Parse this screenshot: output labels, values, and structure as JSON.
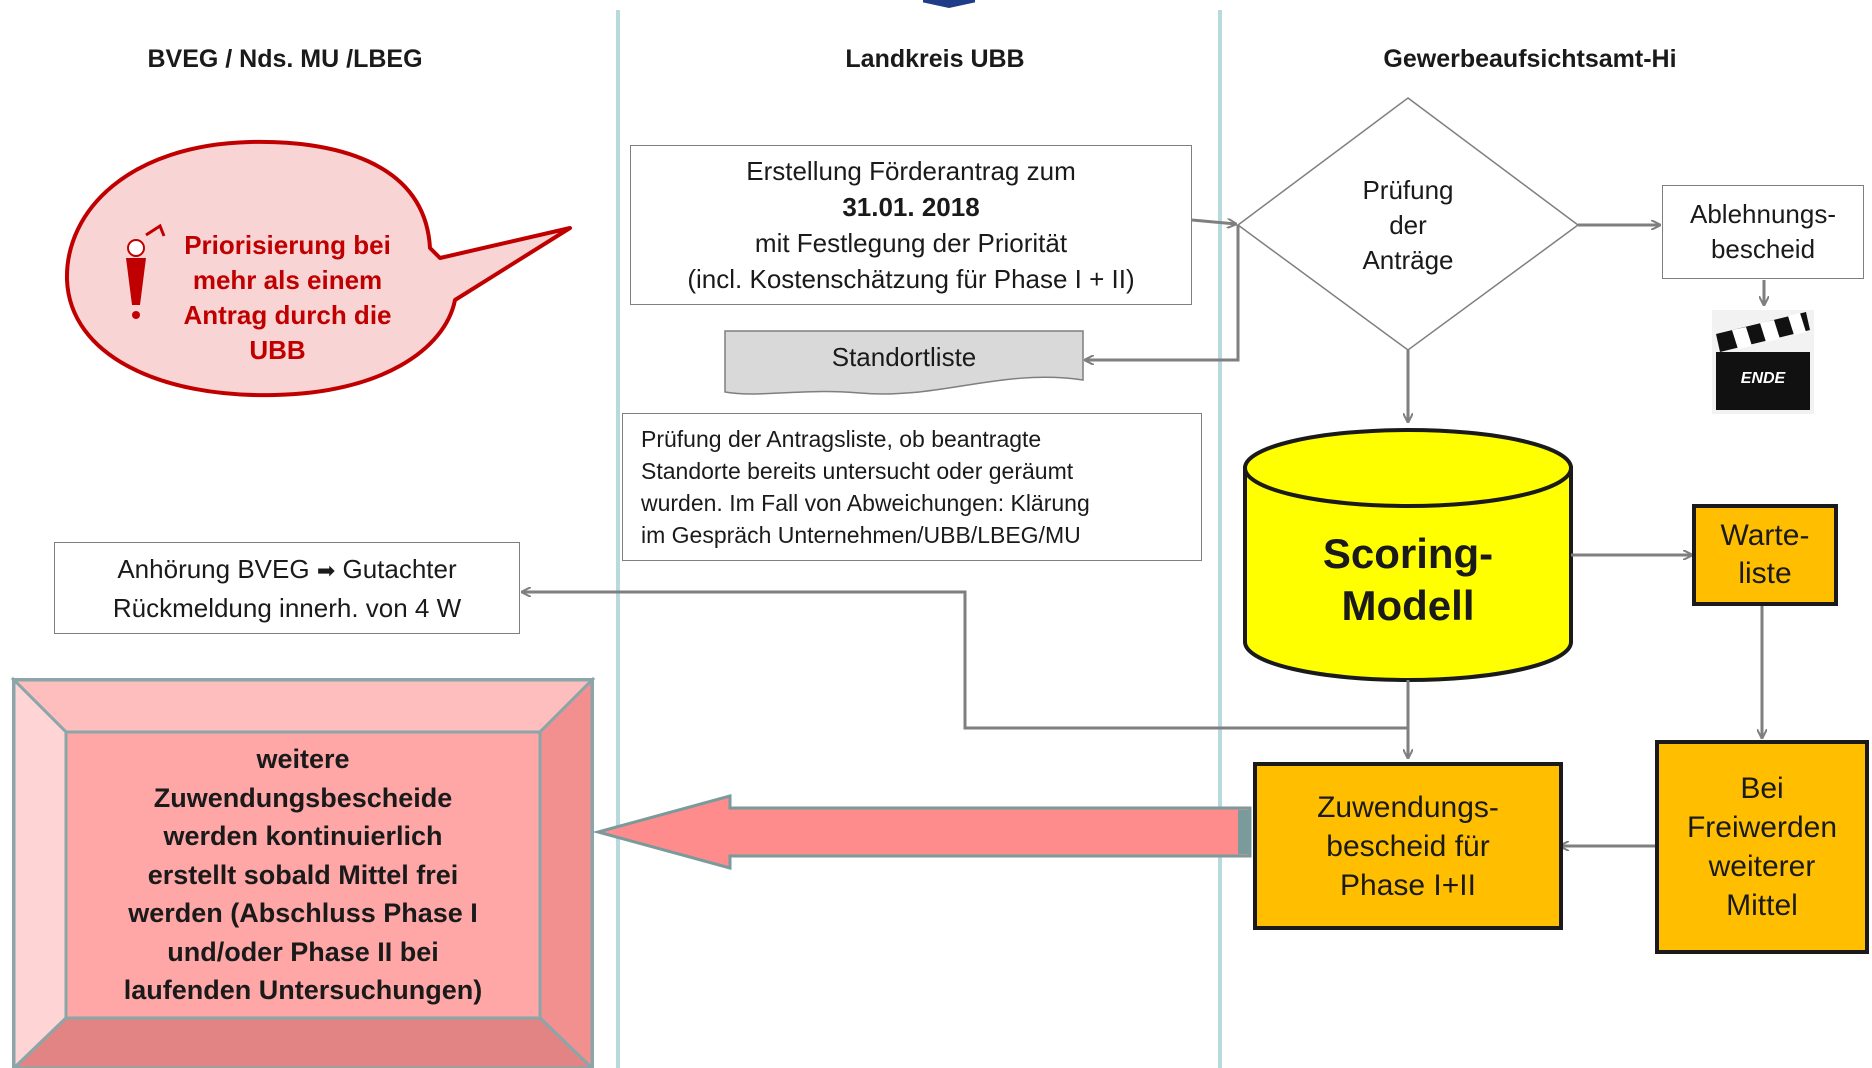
{
  "lanes": {
    "left": "BVEG / Nds. MU /LBEG",
    "middle": "Landkreis UBB",
    "right": "Gewerbeaufsichtsamt-Hi"
  },
  "callout": {
    "lines": [
      "Priorisierung bei",
      "mehr als einem",
      "Antrag durch die",
      "UBB"
    ],
    "color": "#c00000",
    "fill": "#f9d4d4"
  },
  "antrag_box": {
    "line1": "Erstellung Förderantrag zum",
    "line2": "31.01. 2018",
    "line3": "mit Festlegung der Priorität",
    "line4": "(incl. Kostenschätzung für Phase I + II)"
  },
  "standortliste": "Standortliste",
  "pruefung_text": {
    "lines": [
      "Prüfung der Antragsliste, ob beantragte",
      "Standorte bereits untersucht oder geräumt",
      "wurden. Im Fall von Abweichungen: Klärung",
      "im Gespräch Unternehmen/UBB/LBEG/MU"
    ]
  },
  "decision": {
    "lines": [
      "Prüfung",
      "der",
      "Anträge"
    ]
  },
  "ablehnung": {
    "lines": [
      "Ablehnungs-",
      "bescheid"
    ]
  },
  "ende_label": "ENDE",
  "scoring": {
    "lines": [
      "Scoring-",
      "Modell"
    ],
    "fill": "#ffff00"
  },
  "warteliste": {
    "lines": [
      "Warte-",
      "liste"
    ]
  },
  "anhoerung": {
    "line1_a": "Anhörung BVEG",
    "line1_arrow": "➡",
    "line1_b": "Gutachter",
    "line2": "Rückmeldung innerh. von 4 W"
  },
  "zuwendung": {
    "lines": [
      "Zuwendungs-",
      "bescheid für",
      "Phase I+II"
    ],
    "fill": "#ffbf00"
  },
  "freiwerden": {
    "lines": [
      "Bei",
      "Freiwerden",
      "weiterer",
      "Mittel"
    ]
  },
  "bevel": {
    "lines": [
      "weitere",
      "Zuwendungsbescheide",
      "werden kontinuierlich",
      "erstellt sobald Mittel frei",
      "werden (Abschluss Phase I",
      "und/oder Phase II bei",
      "laufenden Untersuchungen)"
    ],
    "fill": "#ffa6a6"
  },
  "colors": {
    "lane_separator": "#b8dadd",
    "connector": "#7f7f7f",
    "big_arrow": "#ff8c8c"
  }
}
